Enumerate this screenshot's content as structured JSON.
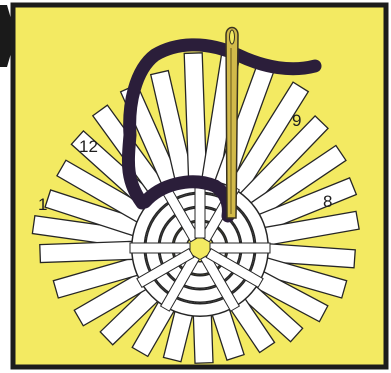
{
  "figure": {
    "numbers": [
      "12",
      "9",
      "1",
      "8"
    ]
  },
  "colors": {
    "background": "#ffffff",
    "panel": "#f3ea62",
    "border": "#1c1c1c",
    "strip_fill": "#ffffff",
    "strip_outline": "#262626",
    "weaving_cane": "#2b1e3a",
    "needle": "#d2ba4a",
    "arrow": "#1a1a1a"
  },
  "icons": {
    "arrow": "right-pointing-arrow-icon",
    "needle": "needle-icon"
  }
}
